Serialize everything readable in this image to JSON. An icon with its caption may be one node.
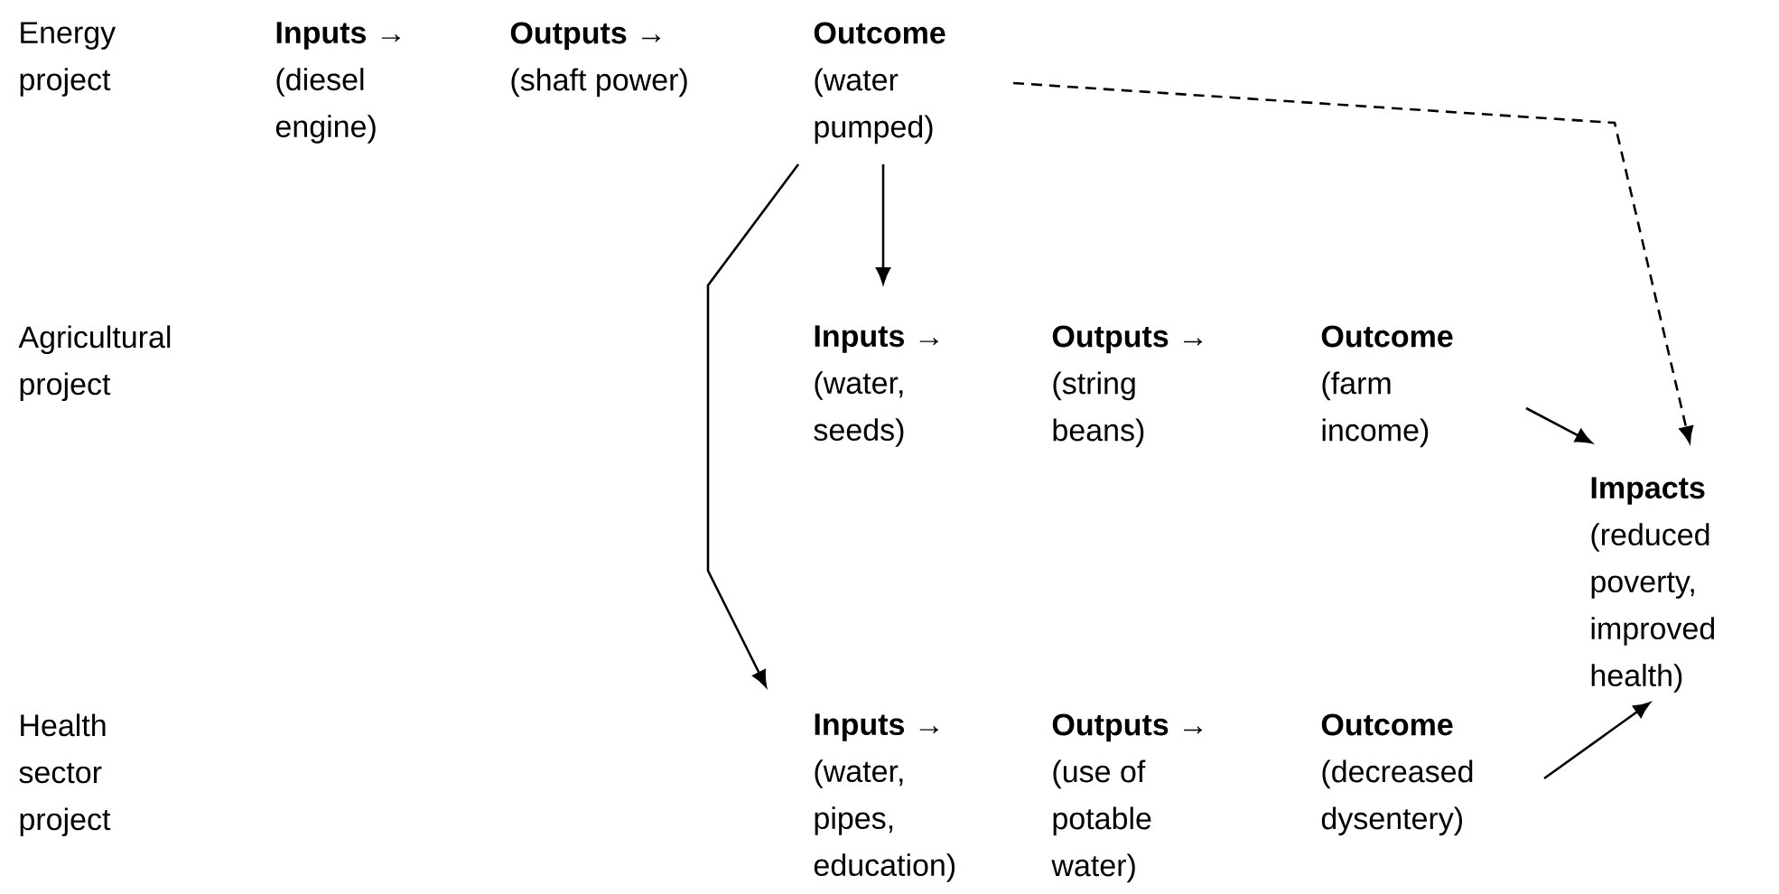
{
  "diagram": {
    "nodes": [
      {
        "text": [
          "Inputs →",
          "(diesel engine)"
        ]
      },
      {
        "text": [
          "Outputs →",
          "(shaft power)"
        ]
      },
      {
        "text": [
          "Outcome",
          "(water pumped)"
        ]
      },
      {
        "text": [
          "Inputs →",
          "(water, seeds)"
        ]
      },
      {
        "text": [
          "Outputs →",
          "(string beans)"
        ]
      },
      {
        "text": [
          "Outcome",
          "(farm income)"
        ]
      },
      {
        "text": [
          "Impacts",
          "(reduced poverty, improved health)"
        ]
      },
      {
        "text": [
          "Inputs →",
          "(water, pipes, education)"
        ]
      },
      {
        "text": [
          "Outputs →",
          "(use of potable water)"
        ]
      },
      {
        "text": [
          "Outcome",
          "(decreased dysentery)"
        ]
      }
    ],
    "edges": [
      {
        "from": 2,
        "to": 3,
        "arrow": "to"
      },
      {
        "from": 2,
        "to": 7,
        "arrow": "to"
      },
      {
        "from": 2,
        "to": 6,
        "arrow": "to",
        "style": "dashed"
      },
      {
        "from": 5,
        "to": 6,
        "arrow": "to"
      },
      {
        "from": 9,
        "to": 6,
        "arrow": "to"
      }
    ],
    "labels": [
      "Energy project",
      "Agricultural project",
      "Health sector project"
    ]
  }
}
